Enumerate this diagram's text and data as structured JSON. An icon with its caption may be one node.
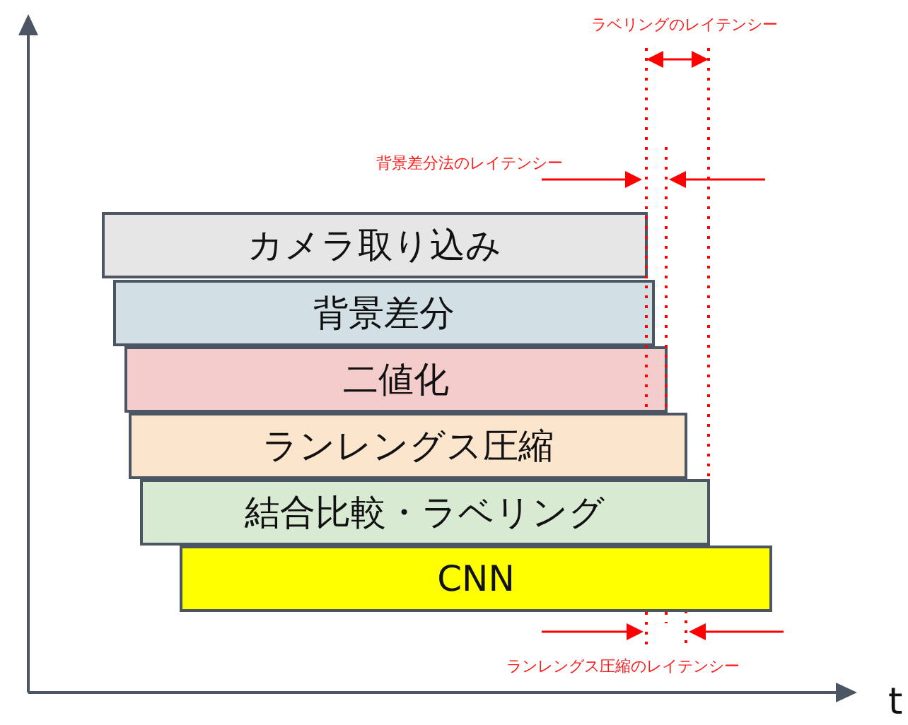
{
  "diagram": {
    "nodes": [
      {
        "text": [
          "カメラ取り込み"
        ]
      },
      {
        "text": [
          "背景差分"
        ]
      },
      {
        "text": [
          "二値化"
        ]
      },
      {
        "text": [
          "ランレングス圧縮"
        ]
      },
      {
        "text": [
          "結合比較・ラベリング"
        ]
      },
      {
        "text": [
          "CNN"
        ]
      }
    ],
    "labels": [
      "ラベリングのレイテンシー",
      "背景差分法のレイテンシー",
      "ランレングス圧縮のレイテンシー",
      "t"
    ]
  }
}
